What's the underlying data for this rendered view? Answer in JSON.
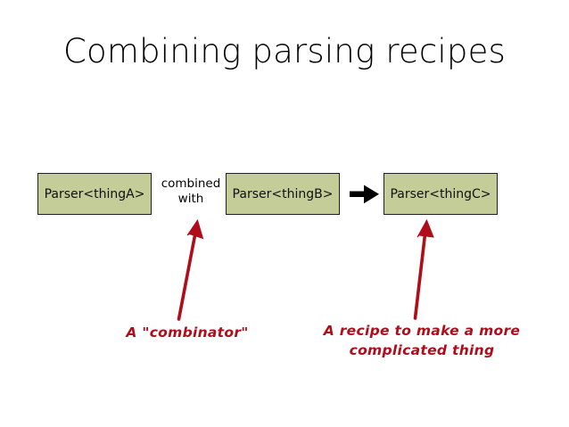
{
  "slide": {
    "title": "Combining parsing recipes",
    "background_color": "#ffffff"
  },
  "colors": {
    "box_fill": "#c4cc97",
    "box_border": "#231f20",
    "annotation_red": "#b00d1b",
    "arrow_black": "#000000",
    "text_black": "#000000"
  },
  "diagram": {
    "boxes": [
      {
        "id": "box-a",
        "label": "Parser<thingA>"
      },
      {
        "id": "box-b",
        "label": "Parser<thingB>"
      },
      {
        "id": "box-c",
        "label": "Parser<thingC>"
      }
    ],
    "operator": {
      "line1": "combined",
      "line2": "with"
    },
    "produces_arrow": "right-arrow-icon"
  },
  "annotations": [
    {
      "id": "combinator",
      "lines": [
        "A \"combinator\""
      ],
      "points_to": "operator",
      "color": "#b00d1b"
    },
    {
      "id": "recipe",
      "lines": [
        "A recipe to make a more",
        "complicated thing"
      ],
      "points_to": "box-c",
      "color": "#b00d1b"
    }
  ]
}
